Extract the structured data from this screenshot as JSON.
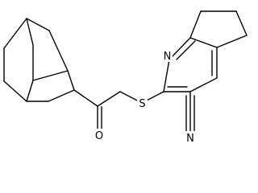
{
  "structure": {
    "description_label": "",
    "atoms": {
      "n_ring": "N",
      "s_thioether": "S",
      "o_carbonyl": "O",
      "n_nitrile": "N"
    },
    "bond_color": "#000000",
    "background": "#ffffff"
  }
}
